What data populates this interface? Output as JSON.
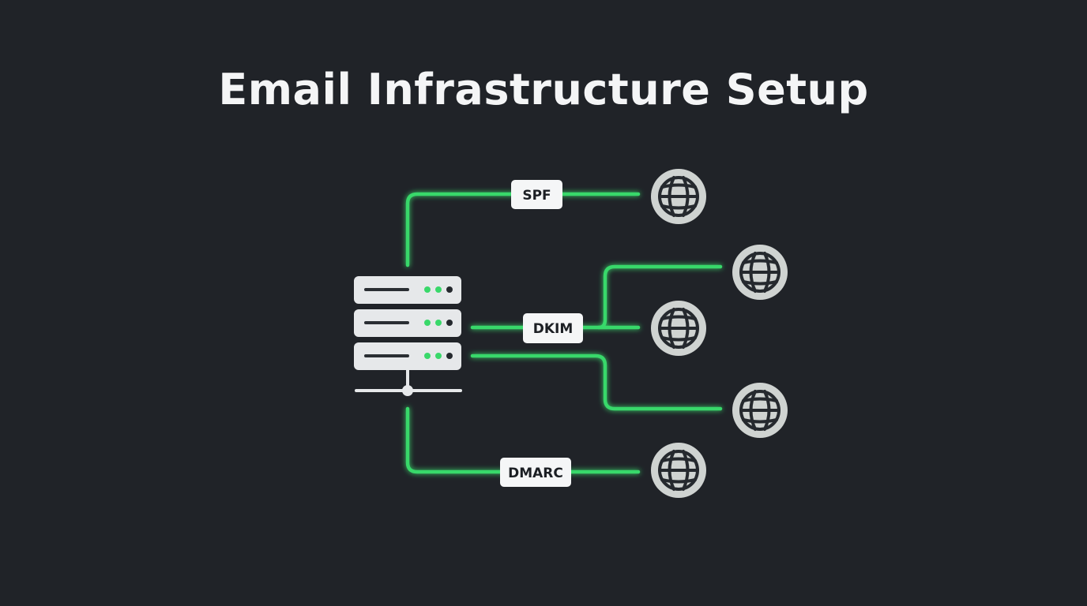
{
  "title": "Email Infrastructure Setup",
  "colors": {
    "background": "#202328",
    "connector": "#39d86a",
    "server": "#e6e8ea",
    "globe": "#cfd3d1"
  },
  "labels": {
    "spf": "SPF",
    "dkim": "DKIM",
    "dmarc": "DMARC"
  },
  "icons": {
    "server": "server-rack-icon",
    "globe": "globe-icon"
  }
}
